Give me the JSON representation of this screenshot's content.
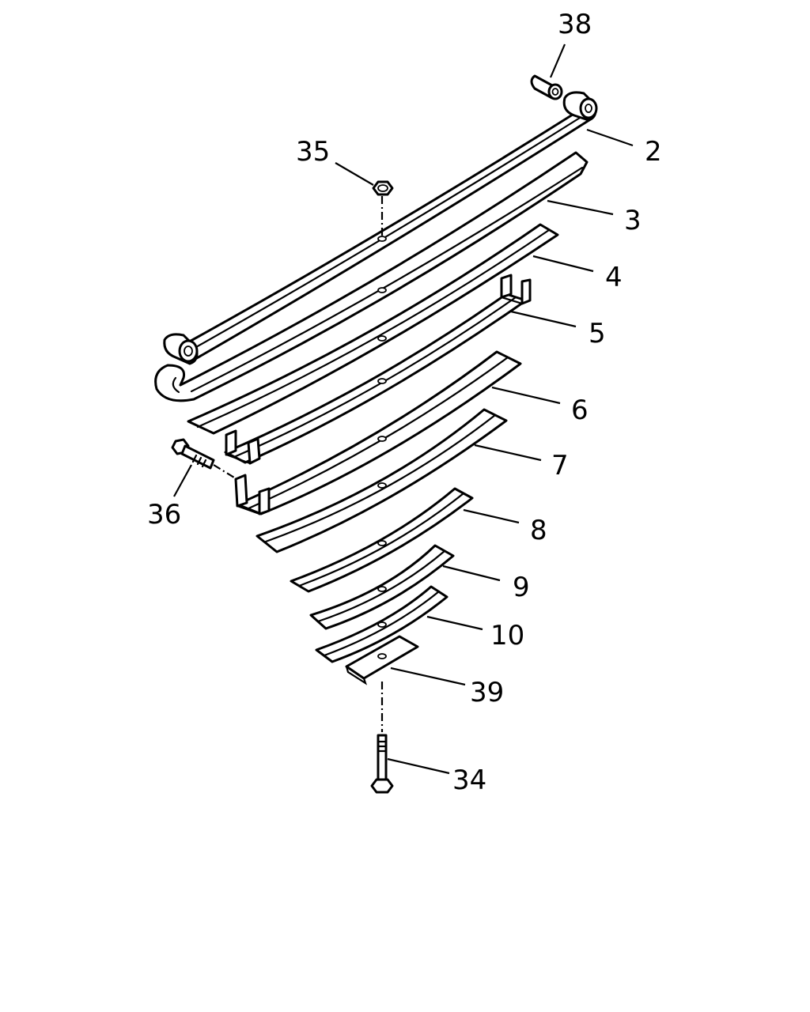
{
  "diagram": {
    "title": "",
    "callouts": {
      "c38": "38",
      "c2": "2",
      "c35": "35",
      "c3": "3",
      "c4": "4",
      "c5": "5",
      "c6": "6",
      "c7": "7",
      "c36": "36",
      "c8": "8",
      "c9": "9",
      "c10": "10",
      "c39": "39",
      "c34": "34"
    }
  },
  "colors": {
    "line": "#000000",
    "background": "#ffffff"
  }
}
